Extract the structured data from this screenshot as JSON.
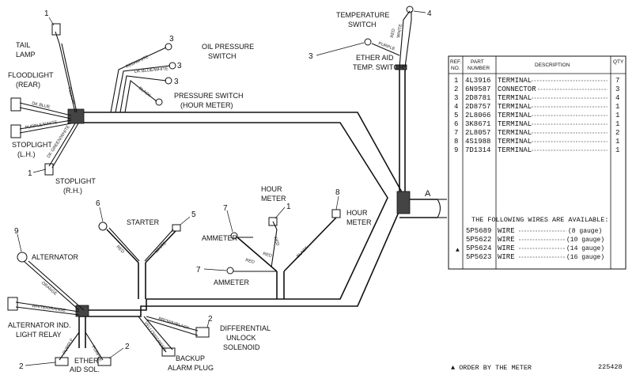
{
  "labels": {
    "tail_lamp": [
      "TAIL",
      "LAMP"
    ],
    "floodlight_rear": [
      "FLOODLIGHT",
      "(REAR)"
    ],
    "stoplight_lh": [
      "STOPLIGHT",
      "(L.H.)"
    ],
    "stoplight_rh": [
      "STOPLIGHT",
      "(R.H.)"
    ],
    "oil_pressure_switch": [
      "OIL PRESSURE",
      "SWITCH"
    ],
    "pressure_switch_hour_meter": [
      "PRESSURE SWITCH",
      "(HOUR METER)"
    ],
    "temperature_switch": [
      "TEMPERATURE",
      "SWITCH"
    ],
    "ether_aid_temp_switch": [
      "ETHER AID",
      "TEMP. SWITCH"
    ],
    "starter": "STARTER",
    "hour_meter_top": [
      "HOUR",
      "METER"
    ],
    "hour_meter_right": [
      "HOUR",
      "METER"
    ],
    "ammeter_top": "AMMETER",
    "ammeter_bottom": "AMMETER",
    "alternator": "ALTERNATOR",
    "alternator_ind_relay": [
      "ALTERNATOR IND.",
      "LIGHT RELAY"
    ],
    "differential_unlock": [
      "DIFFERENTIAL",
      "UNLOCK",
      "SOLENOID"
    ],
    "backup_alarm_plug": [
      "BACKUP",
      "ALARM PLUG"
    ],
    "ether_aid_sol": [
      "ETHER",
      "AID SOL."
    ],
    "section_a": "A"
  },
  "wire_labels": {
    "yellow": "YELLOW",
    "dk_blue": "DK BLUE",
    "purple_white": "PURPLE/WHITE",
    "dk_green_white": "DK GREEN/WHITE",
    "red_white": "RED/WHITE",
    "dk_blue_white": "DK BLUE/WHITE",
    "black": "BLACK",
    "red_white_temp": [
      "RED",
      "WHITE"
    ],
    "purple_temp": "PURPLE",
    "red": "RED",
    "white": "WHITE",
    "orange": "ORANGE",
    "white_orange": "WHITE/ORANGE",
    "purple": "PURPLE",
    "yellow_green": "YELLOW/GREEN",
    "brown_black": "BROWN/BLACK"
  },
  "callouts": [
    "1",
    "3",
    "3",
    "3",
    "4",
    "3",
    "6",
    "5",
    "7",
    "1",
    "8",
    "7",
    "9",
    "2",
    "2",
    "2",
    "1"
  ],
  "table": {
    "headers": {
      "ref": [
        "REF.",
        "NO."
      ],
      "part": [
        "PART",
        "NUMBER"
      ],
      "desc": "DESCRIPTION",
      "qty": "QTY"
    },
    "rows": [
      {
        "ref": "1",
        "part": "4L3916",
        "desc": "TERMINAL",
        "qty": "7"
      },
      {
        "ref": "2",
        "part": "6N9587",
        "desc": "CONNECTOR",
        "qty": "3"
      },
      {
        "ref": "3",
        "part": "2D8781",
        "desc": "TERMINAL",
        "qty": "4"
      },
      {
        "ref": "4",
        "part": "2D8757",
        "desc": "TERMINAL",
        "qty": "1"
      },
      {
        "ref": "5",
        "part": "2L8066",
        "desc": "TERMINAL",
        "qty": "1"
      },
      {
        "ref": "6",
        "part": "3K8671",
        "desc": "TERMINAL",
        "qty": "1"
      },
      {
        "ref": "7",
        "part": "2L8057",
        "desc": "TERMINAL",
        "qty": "2"
      },
      {
        "ref": "8",
        "part": "4S1988",
        "desc": "TERMINAL",
        "qty": "1"
      },
      {
        "ref": "9",
        "part": "7D1314",
        "desc": "TERMINAL",
        "qty": "1"
      }
    ],
    "wires_heading": "THE FOLLOWING WIRES ARE AVAILABLE:",
    "wires_marker": "▲",
    "wires": [
      {
        "part": "5P5689",
        "desc": "WIRE",
        "gauge": "(8 gauge)"
      },
      {
        "part": "5P5622",
        "desc": "WIRE",
        "gauge": "(10 gauge)"
      },
      {
        "part": "5P5624",
        "desc": "WIRE",
        "gauge": "(14 gauge)"
      },
      {
        "part": "5P5623",
        "desc": "WIRE",
        "gauge": "(16 gauge)"
      }
    ]
  },
  "footnote": "▲  ORDER BY THE METER",
  "figure_number": "225428"
}
